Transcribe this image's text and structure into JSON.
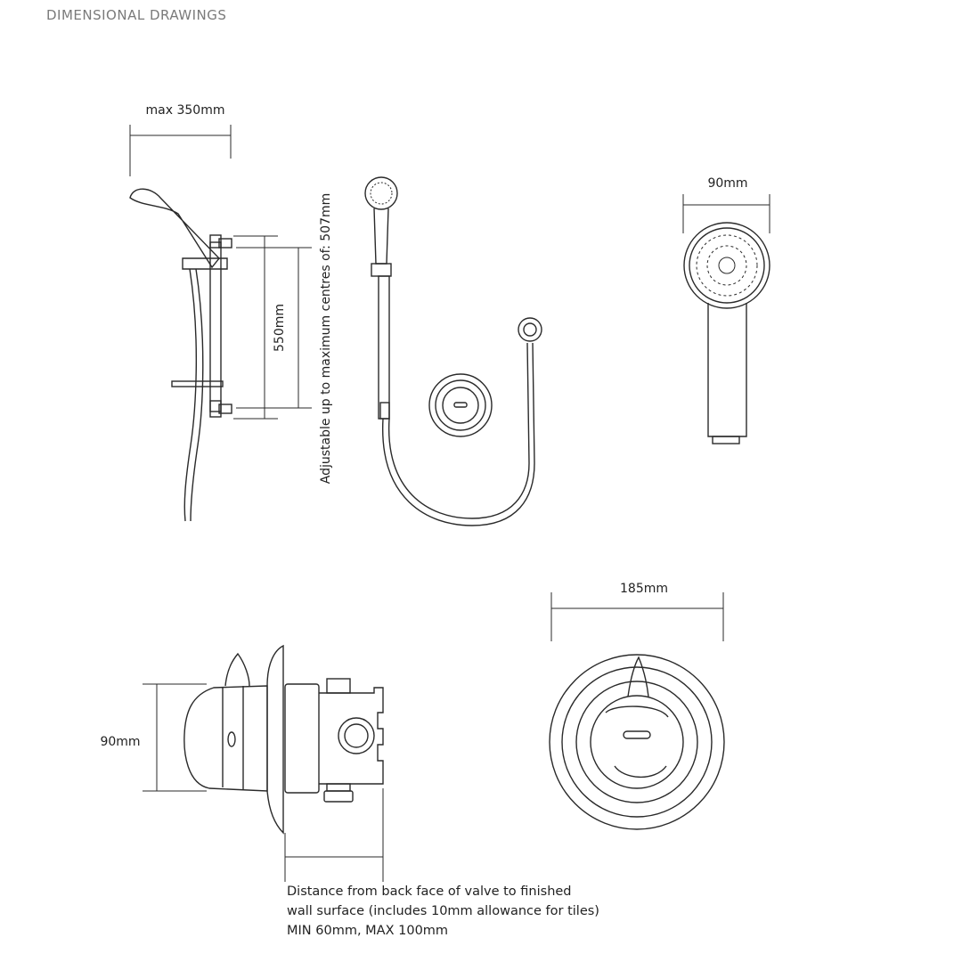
{
  "title": "DIMENSIONAL DRAWINGS",
  "dimensions": {
    "rail_width": "max 350mm",
    "rail_length": "550mm",
    "rail_adjustable": "Adjustable up to maximum centres of: 507mm",
    "handset_width": "90mm",
    "valve_height": "90mm",
    "valve_plate_diameter": "185mm"
  },
  "note": {
    "line1": "Distance from back face of valve to finished",
    "line2": "wall surface (includes 10mm allowance for tiles)",
    "line3": "MIN 60mm, MAX 100mm"
  }
}
